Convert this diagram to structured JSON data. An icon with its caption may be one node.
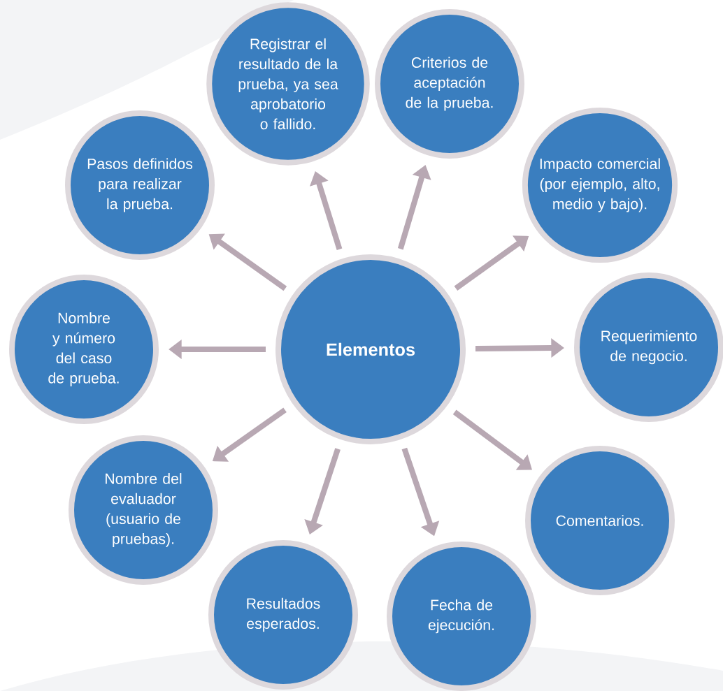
{
  "diagram": {
    "nodes": [
      {
        "text": [
          "Elementos"
        ]
      },
      {
        "text": [
          "Registrar el resultado de la prueba, ya sea aprobatorio o fallido."
        ]
      },
      {
        "text": [
          "Criterios de aceptación de la prueba."
        ]
      },
      {
        "text": [
          "Impacto comercial (por ejemplo, alto, medio y bajo)."
        ]
      },
      {
        "text": [
          "Requerimiento de negocio."
        ]
      },
      {
        "text": [
          "Comentarios."
        ]
      },
      {
        "text": [
          "Fecha de ejecución."
        ]
      },
      {
        "text": [
          "Resultados esperados."
        ]
      },
      {
        "text": [
          "Nombre del evaluador (usuario de pruebas)."
        ]
      },
      {
        "text": [
          "Nombre y número del caso de prueba."
        ]
      },
      {
        "text": [
          "Pasos definidos para realizar la prueba."
        ]
      }
    ],
    "edges": [
      {
        "from": 0,
        "to": 1,
        "arrow": "to"
      },
      {
        "from": 0,
        "to": 2,
        "arrow": "to"
      },
      {
        "from": 0,
        "to": 3,
        "arrow": "to"
      },
      {
        "from": 0,
        "to": 4,
        "arrow": "to"
      },
      {
        "from": 0,
        "to": 5,
        "arrow": "to"
      },
      {
        "from": 0,
        "to": 6,
        "arrow": "to"
      },
      {
        "from": 0,
        "to": 7,
        "arrow": "to"
      },
      {
        "from": 0,
        "to": 8,
        "arrow": "to"
      },
      {
        "from": 0,
        "to": 9,
        "arrow": "to"
      },
      {
        "from": 0,
        "to": 10,
        "arrow": "to"
      }
    ]
  }
}
